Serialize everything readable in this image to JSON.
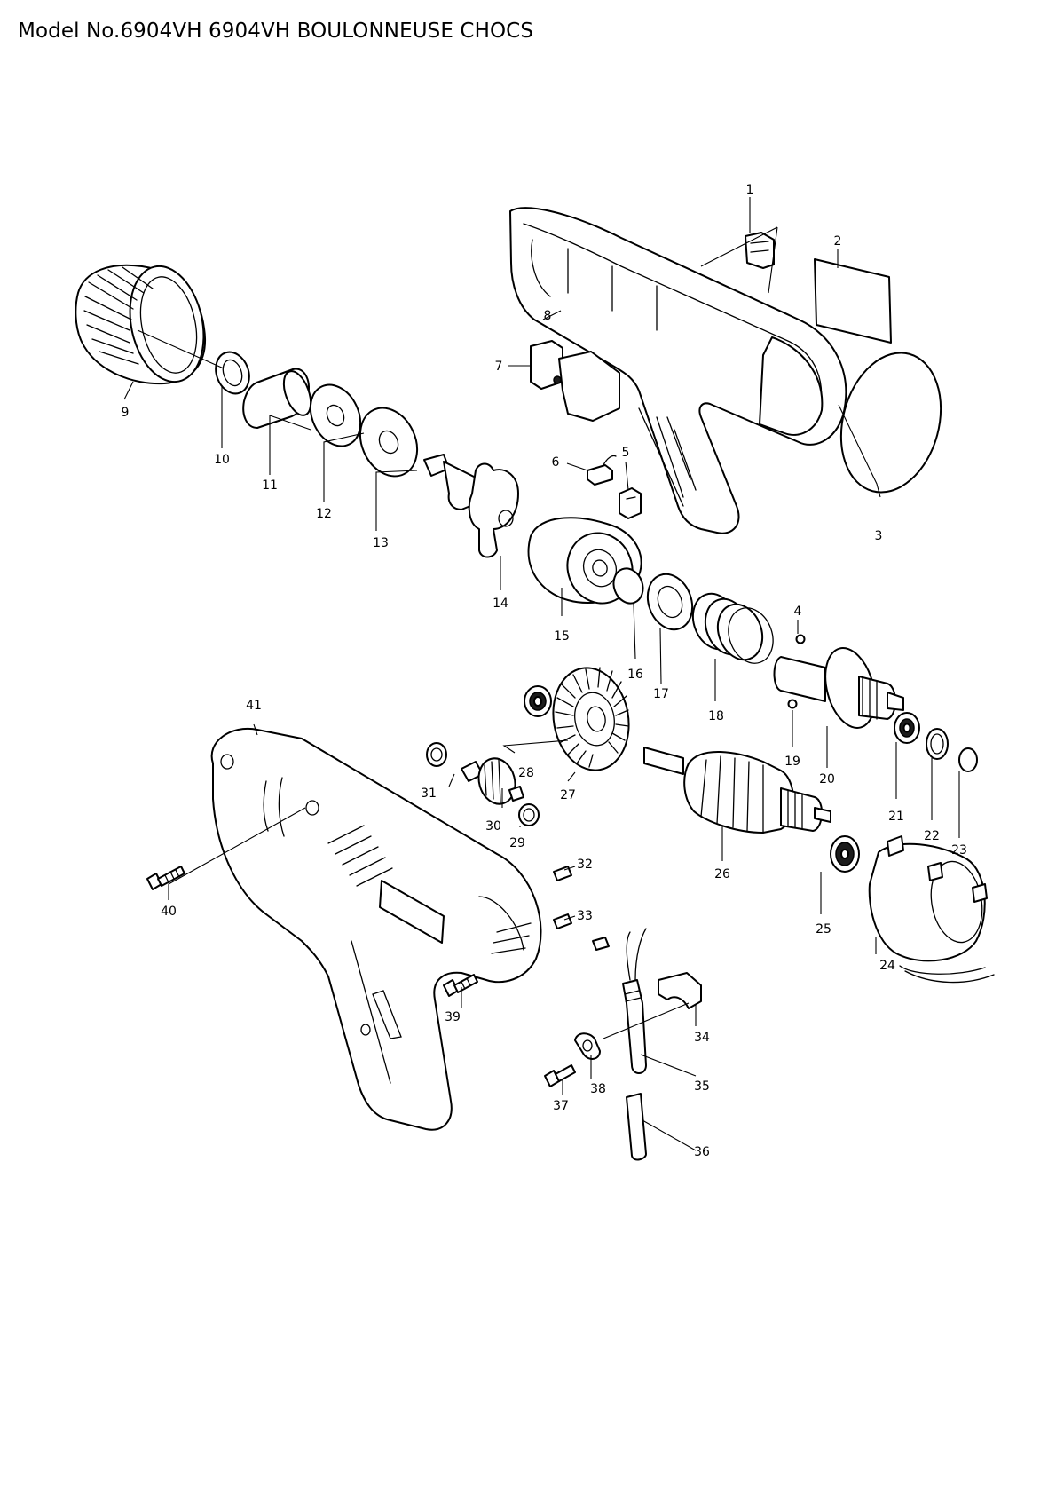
{
  "title": "Model No.6904VH 6904VH BOULONNEUSE CHOCS",
  "callouts": [
    "1",
    "2",
    "3",
    "4",
    "5",
    "6",
    "7",
    "8",
    "9",
    "10",
    "11",
    "12",
    "13",
    "14",
    "15",
    "16",
    "17",
    "18",
    "19",
    "20",
    "21",
    "22",
    "23",
    "24",
    "25",
    "26",
    "27",
    "28",
    "29",
    "30",
    "31",
    "32",
    "33",
    "34",
    "35",
    "36",
    "37",
    "38",
    "39",
    "40",
    "41"
  ]
}
